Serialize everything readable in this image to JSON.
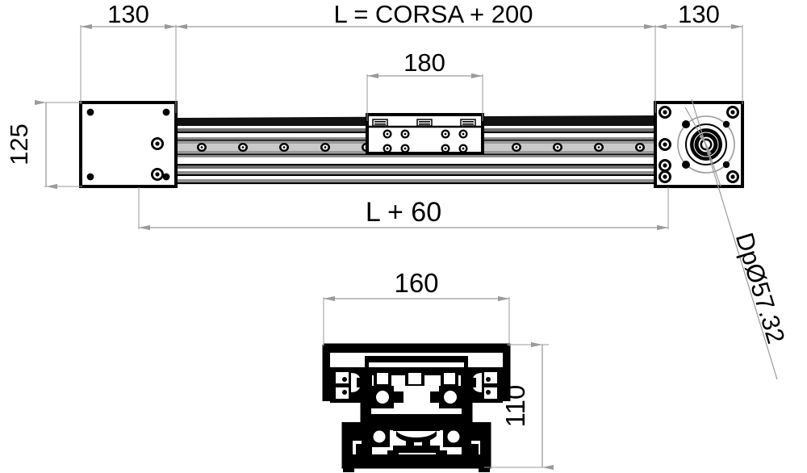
{
  "drawing": {
    "title": "Linear actuator technical drawing",
    "units": "mm",
    "views": [
      {
        "name": "side-elevation",
        "label": ""
      },
      {
        "name": "cross-section",
        "label": ""
      }
    ]
  },
  "dimensions": {
    "left_endcap_width": "130",
    "overall_length": "L = CORSA + 200",
    "right_endcap_width": "130",
    "carriage_width": "180",
    "body_height": "125",
    "rail_length": "L + 60",
    "section_width": "160",
    "section_height": "110"
  },
  "annotations": {
    "pitch_diameter": "DpØ57.32"
  },
  "colors": {
    "line": "#000000",
    "dimension": "#9a9a9a",
    "fill_light": "#ffffff",
    "fill_grey": "#808080",
    "fill_dark": "#1a1a1a",
    "background": "#ffffff"
  },
  "chart_data": {
    "type": "table",
    "title": "Linear actuator dimension callouts",
    "categories": [
      "left_endcap_width",
      "overall_length",
      "right_endcap_width",
      "carriage_width",
      "body_height",
      "rail_length",
      "section_width",
      "section_height",
      "pitch_diameter"
    ],
    "values": [
      "130",
      "L = CORSA + 200",
      "130",
      "180",
      "125",
      "L + 60",
      "160",
      "110",
      "DpØ57.32"
    ]
  }
}
